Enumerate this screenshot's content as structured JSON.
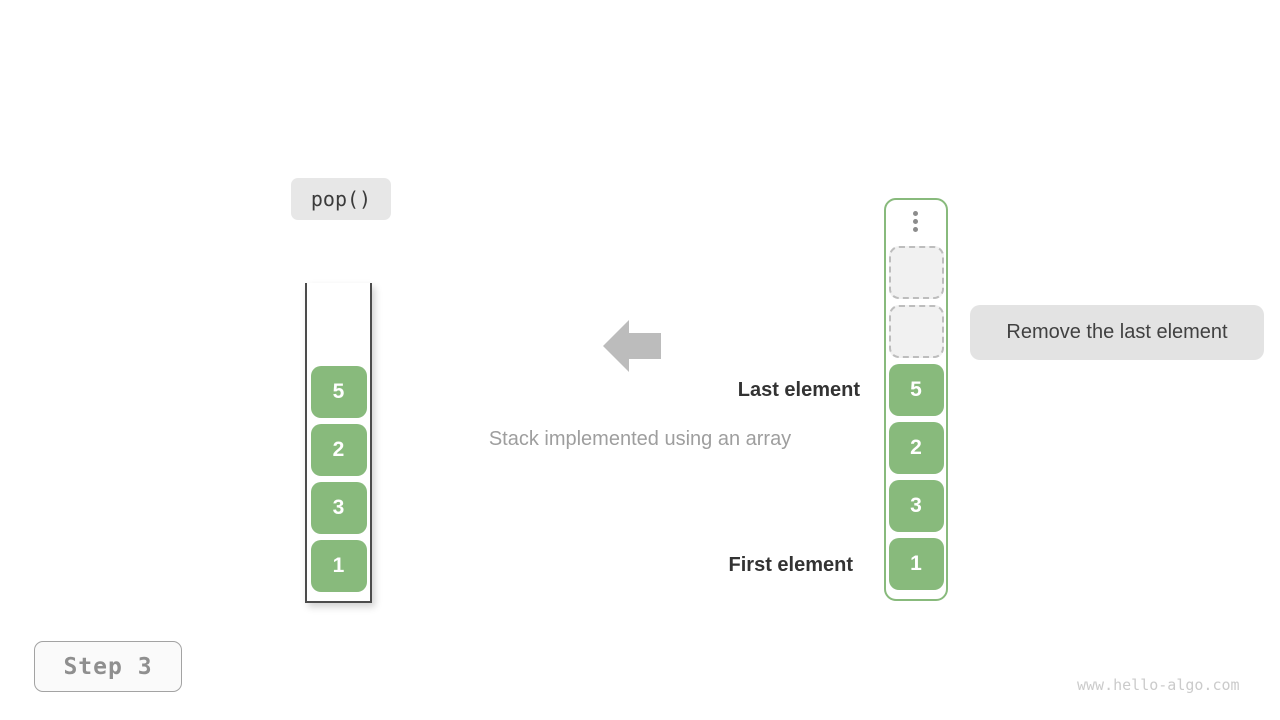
{
  "labels": {
    "operation": "pop()",
    "last_element": "Last element",
    "first_element": "First element",
    "caption": "Stack implemented using an array",
    "annotation": "Remove the last element",
    "step": "Step 3",
    "watermark": "www.hello-algo.com"
  },
  "stack": {
    "values": [
      "5",
      "2",
      "3",
      "1"
    ]
  },
  "array": {
    "empty_slots": 2,
    "values": [
      "5",
      "2",
      "3",
      "1"
    ]
  },
  "colors": {
    "cell_green": "#88ba7c",
    "array_border_green": "#88ba7c",
    "stack_border_gray": "#4c4c4c",
    "arrow_gray": "#bcbcbc",
    "chip_bg": "#e7e7e7",
    "annotation_bg": "#e3e3e3",
    "empty_cell_bg": "#f1f1f1",
    "empty_cell_dash": "#bdbdbd",
    "bold_label_text": "#333333",
    "caption_text": "#9e9e9e",
    "step_text": "#8f8f8f",
    "watermark_text": "#cbcbcb"
  }
}
